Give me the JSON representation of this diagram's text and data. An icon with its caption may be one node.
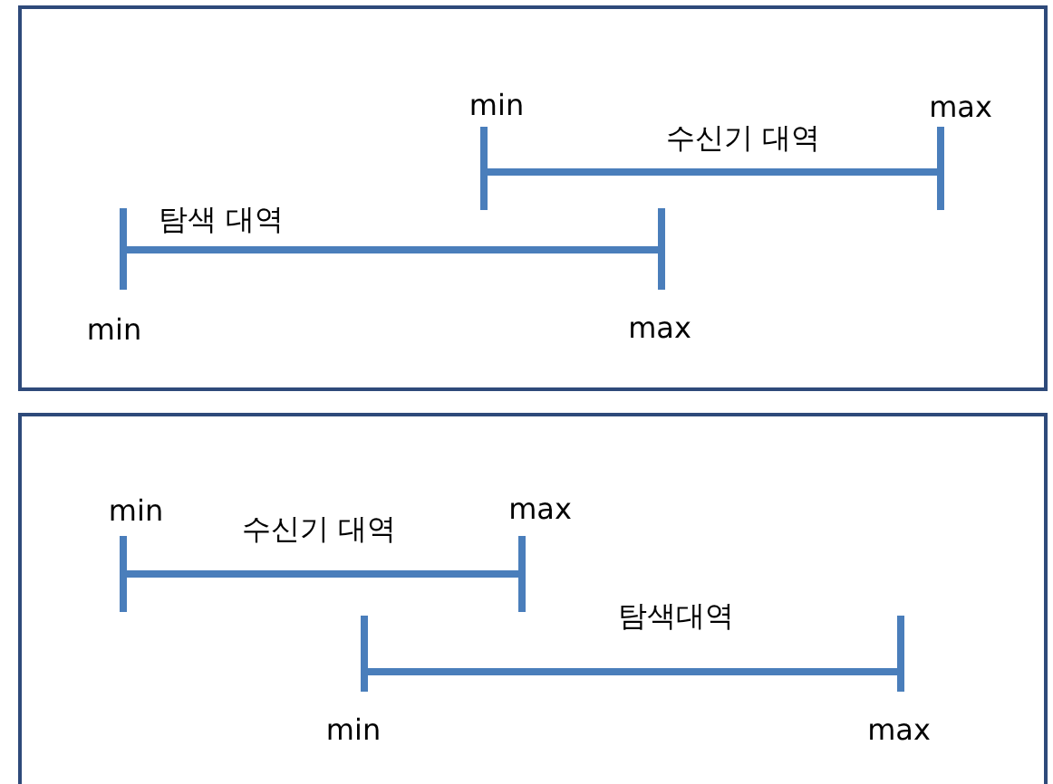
{
  "diagram": {
    "labels": [
      "min",
      "수신기 대역",
      "max",
      "탐색 대역",
      "min",
      "max",
      "min",
      "수신기 대역",
      "max",
      "탐색대역",
      "min",
      "max"
    ]
  }
}
